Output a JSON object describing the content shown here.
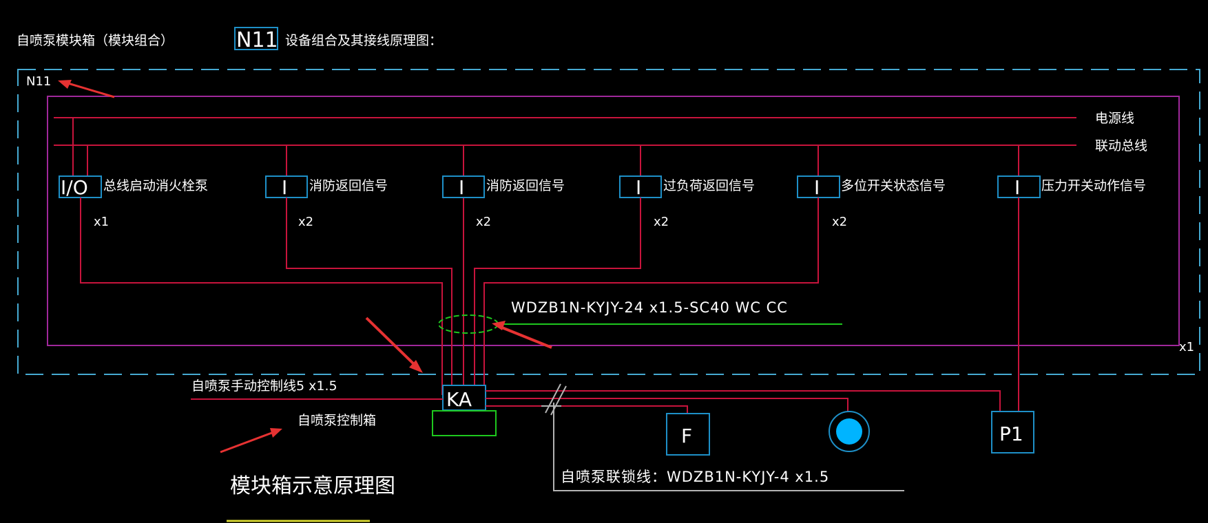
{
  "header": {
    "left_title": "自喷泵模块箱（模块组合）",
    "tag": "N11",
    "right_title": "设备组合及其接线原理图："
  },
  "frame_label": "N11",
  "bus": {
    "power_line": "电源线",
    "link_bus": "联动总线"
  },
  "modules": [
    {
      "symbol": "I/O",
      "label": "总线启动消火栓泵",
      "count": "x1"
    },
    {
      "symbol": "I",
      "label": "消防返回信号",
      "count": "x2"
    },
    {
      "symbol": "I",
      "label": "消防返回信号",
      "count": "x2"
    },
    {
      "symbol": "I",
      "label": "过负荷返回信号",
      "count": "x2"
    },
    {
      "symbol": "I",
      "label": "多位开关状态信号",
      "count": "x2"
    },
    {
      "symbol": "I",
      "label": "压力开关动作信号",
      "count": ""
    }
  ],
  "cable_spec": "WDZB1N-KYJY-24 x1.5-SC40  WC  CC",
  "frame_count": "x1",
  "manual_line": "自喷泵手动控制线5 x1.5",
  "relay": "KA",
  "control_box": "自喷泵控制箱",
  "devices": {
    "flow": "F",
    "pressure": "P1"
  },
  "link_line": "自喷泵联锁线：WDZB1N-KYJY-4 x1.5",
  "bottom_title": "模块箱示意原理图",
  "colors": {
    "background": "#000000",
    "wire": "#c8143c",
    "module_box": "#1e90c8",
    "frame_dash": "#46aad2",
    "inner_frame": "#a0289b",
    "cable_green": "#1ec81e",
    "arrow": "#e63232",
    "link_line": "#b4b4b4",
    "title_underline": "#d7d732",
    "indicator": "#00b4ff"
  }
}
